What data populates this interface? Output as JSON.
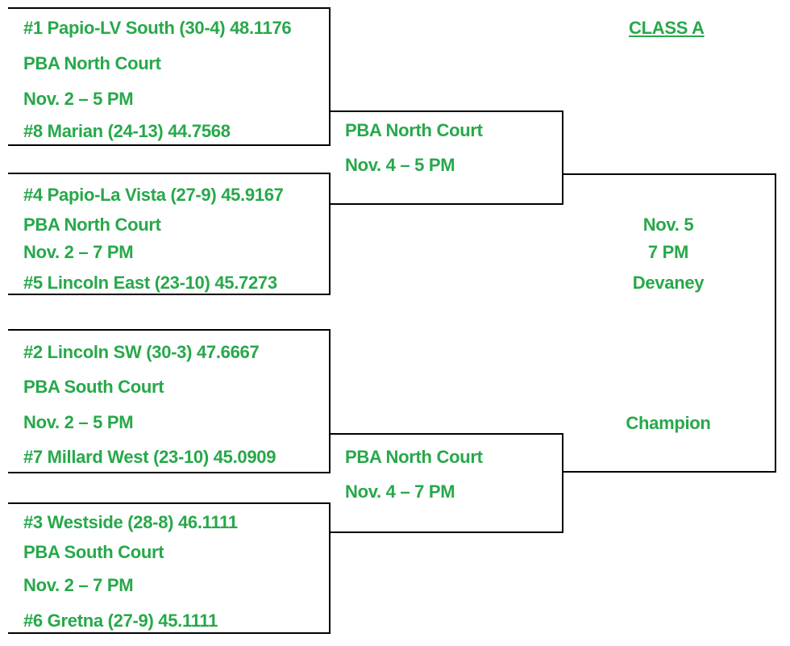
{
  "bracket": {
    "title": "CLASS A",
    "first_round": [
      {
        "top_team": "#1 Papio-LV South (30-4) 48.1176",
        "venue": "PBA North Court",
        "time": "Nov. 2 – 5 PM",
        "bottom_team": "#8 Marian (24-13) 44.7568"
      },
      {
        "top_team": "#4 Papio-La Vista (27-9) 45.9167",
        "venue": "PBA North Court",
        "time": "Nov. 2 – 7 PM",
        "bottom_team": "#5 Lincoln East (23-10) 45.7273"
      },
      {
        "top_team": "#2 Lincoln SW (30-3) 47.6667",
        "venue": "PBA South Court",
        "time": "Nov. 2 – 5 PM",
        "bottom_team": "#7 Millard West (23-10) 45.0909"
      },
      {
        "top_team": "#3 Westside (28-8) 46.1111",
        "venue": "PBA South Court",
        "time": "Nov. 2 – 7 PM",
        "bottom_team": "#6 Gretna (27-9) 45.1111"
      }
    ],
    "semifinals": [
      {
        "venue": "PBA North Court",
        "time": "Nov. 4 – 5 PM"
      },
      {
        "venue": "PBA North Court",
        "time": "Nov. 4 – 7 PM"
      }
    ],
    "final": {
      "date": "Nov. 5",
      "time": "7 PM",
      "venue": "Devaney",
      "champion_label": "Champion"
    },
    "colors": {
      "text": "#27a84a",
      "lines": "#000000"
    }
  }
}
